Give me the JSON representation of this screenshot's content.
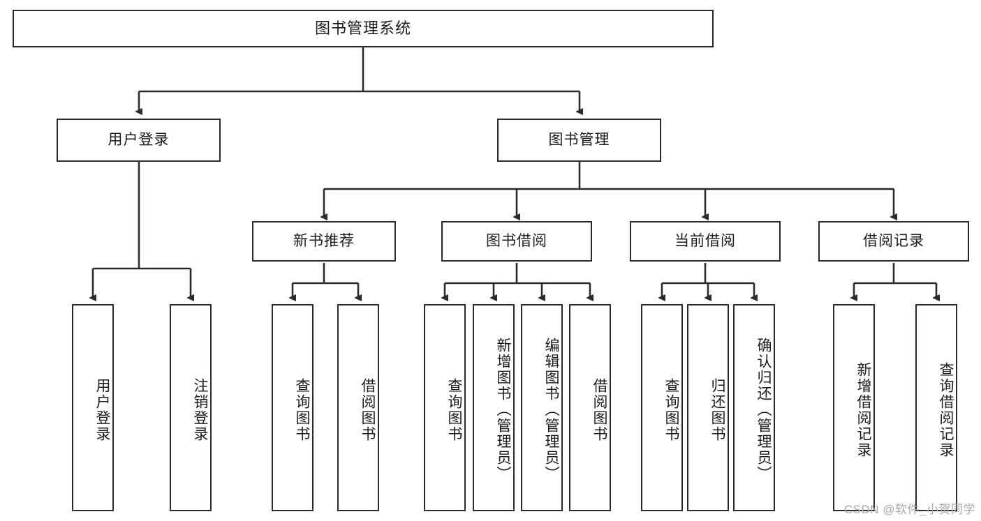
{
  "diagram": {
    "type": "tree-hierarchy",
    "title": "图书管理系统",
    "root": {
      "label": "图书管理系统"
    },
    "level1": [
      {
        "id": "user-login",
        "label": "用户登录"
      },
      {
        "id": "book-management",
        "label": "图书管理"
      }
    ],
    "level2": [
      {
        "id": "new-book-recommend",
        "label": "新书推荐",
        "parent": "book-management"
      },
      {
        "id": "book-borrow",
        "label": "图书借阅",
        "parent": "book-management"
      },
      {
        "id": "current-borrow",
        "label": "当前借阅",
        "parent": "book-management"
      },
      {
        "id": "borrow-record",
        "label": "借阅记录",
        "parent": "book-management"
      }
    ],
    "leaves": [
      {
        "id": "leaf-user-login",
        "label": "用户登录",
        "parent": "user-login"
      },
      {
        "id": "leaf-logout-login",
        "label": "注销登录",
        "parent": "user-login"
      },
      {
        "id": "leaf-query-book-1",
        "label": "查询图书",
        "parent": "new-book-recommend"
      },
      {
        "id": "leaf-borrow-book-1",
        "label": "借阅图书",
        "parent": "new-book-recommend"
      },
      {
        "id": "leaf-query-book-2",
        "label": "查询图书",
        "parent": "book-borrow"
      },
      {
        "id": "leaf-add-book",
        "label": "新增图书（管理员）",
        "parent": "book-borrow"
      },
      {
        "id": "leaf-edit-book",
        "label": "编辑图书（管理员）",
        "parent": "book-borrow"
      },
      {
        "id": "leaf-borrow-book-2",
        "label": "借阅图书",
        "parent": "book-borrow"
      },
      {
        "id": "leaf-query-book-3",
        "label": "查询图书",
        "parent": "current-borrow"
      },
      {
        "id": "leaf-return-book",
        "label": "归还图书",
        "parent": "current-borrow"
      },
      {
        "id": "leaf-confirm-return",
        "label": "确认归还（管理员）",
        "parent": "current-borrow"
      },
      {
        "id": "leaf-add-record",
        "label": "新增借阅记录",
        "parent": "borrow-record"
      },
      {
        "id": "leaf-query-record",
        "label": "查询借阅记录",
        "parent": "borrow-record"
      }
    ],
    "colors": {
      "stroke": "#2b2b2b",
      "fill": "#ffffff",
      "text": "#1a1a1a",
      "watermark": "#a8a8a8"
    }
  },
  "watermark": {
    "text": "CSDN @软件_小贺同学"
  }
}
